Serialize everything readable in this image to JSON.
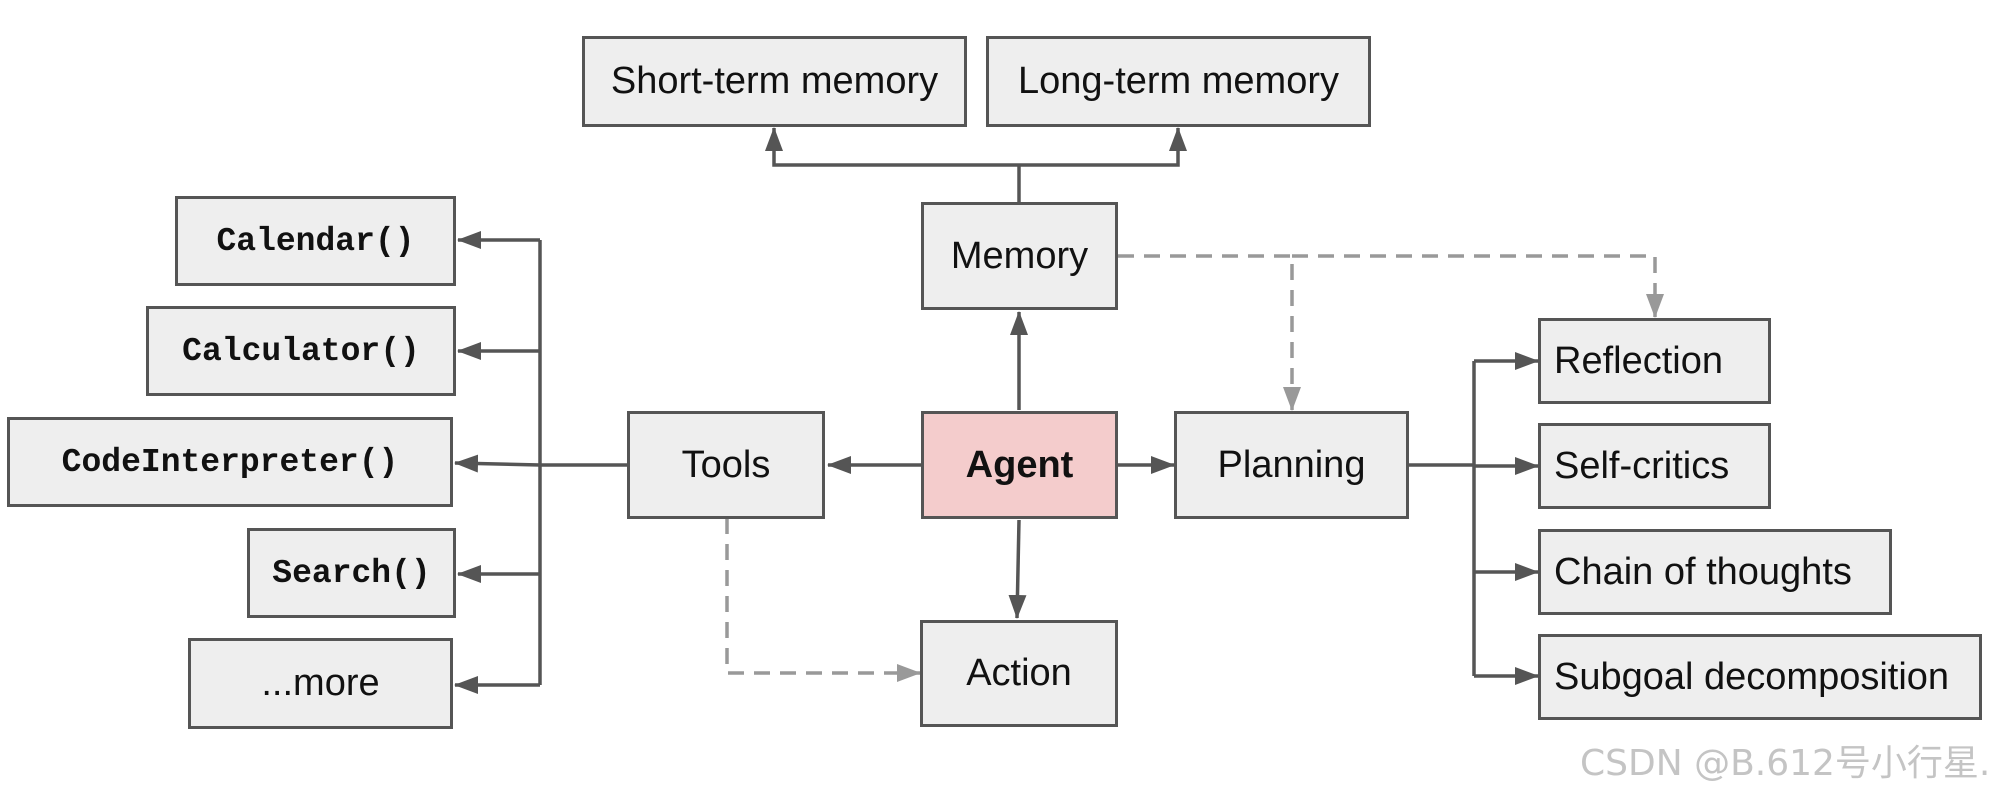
{
  "nodes": {
    "short_term_memory": "Short-term memory",
    "long_term_memory": "Long-term memory",
    "memory": "Memory",
    "calendar": "Calendar()",
    "calculator": "Calculator()",
    "code_interpreter": "CodeInterpreter()",
    "search": "Search()",
    "more": "...more",
    "tools": "Tools",
    "agent": "Agent",
    "planning": "Planning",
    "action": "Action",
    "reflection": "Reflection",
    "self_critics": "Self-critics",
    "chain_of_thoughts": "Chain of thoughts",
    "subgoal_decomposition": "Subgoal decomposition"
  },
  "watermark": "CSDN @B.612号小行星.",
  "colors": {
    "agent_fill": "#f4cccc",
    "box_fill": "#eeeeee",
    "solid_line": "#555555",
    "dashed_line": "#999999"
  }
}
